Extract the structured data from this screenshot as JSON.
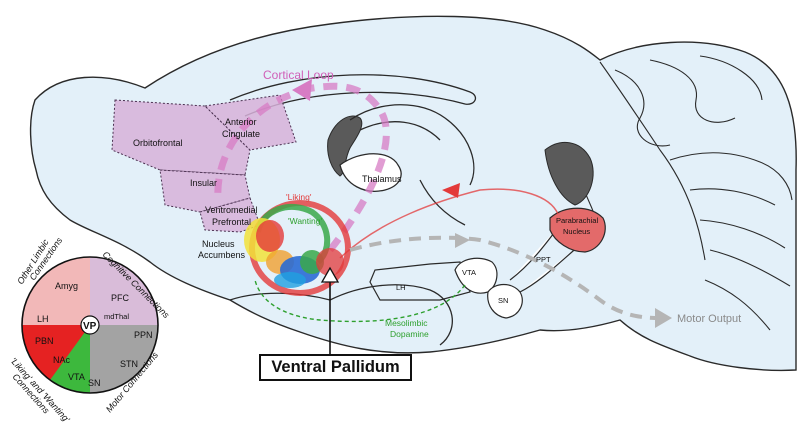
{
  "colors": {
    "brain_fill": "#e3f0f9",
    "brain_outline": "#2a2a2a",
    "cortex_region": "#d7b2d9",
    "cortical_loop": "#d77cc4",
    "liking": "#e33a3a",
    "wanting": "#3aa84a",
    "motor": "#b5b5b5",
    "parabrachial": "#e36a6a",
    "dopamine": "#2ea02e",
    "pie_amyg": "#f2b8b8",
    "pie_pfc": "#d9bcd9",
    "pie_liking_red": "#e52222",
    "pie_green": "#3db83d",
    "pie_gray": "#a3a3a3"
  },
  "labels": {
    "cortical_loop": "Cortical Loop",
    "anterior_cingulate": [
      "Anterior",
      "Cingulate"
    ],
    "orbitofrontal": "Orbitofrontal",
    "insular": "Insular",
    "ventromedial_prefrontal": [
      "Ventromedial",
      "Prefrontal"
    ],
    "thalamus": "Thalamus",
    "liking": "'Liking'",
    "wanting": "'Wanting'",
    "nucleus_accumbens": [
      "Nucleus",
      "Accumbens"
    ],
    "parabrachial_nucleus": [
      "Parabrachial",
      "Nucleus"
    ],
    "ppt": "PPT",
    "vta": "VTA",
    "sn": "SN",
    "lh": "LH",
    "mesolimbic_dopamine": [
      "Mesolimbic",
      "Dopamine"
    ],
    "motor_output": "Motor Output",
    "ventral_pallidum": "Ventral Pallidum"
  },
  "wheel": {
    "center": "VP",
    "segments": {
      "amyg": "Amyg",
      "pfc": "PFC",
      "mdthal": "mdThal",
      "lh": "LH",
      "ppn": "PPN",
      "pbn": "PBN",
      "stn": "STN",
      "nac": "NAc",
      "vta": "VTA",
      "sn": "SN"
    },
    "ring": {
      "other_limbic": [
        "Other Limbic",
        "Connections"
      ],
      "cognitive": "Cognitive Connections",
      "liking_wanting": [
        "'Liking' and 'Wanting'",
        "Connections"
      ],
      "motor": "Motor Connections"
    }
  }
}
